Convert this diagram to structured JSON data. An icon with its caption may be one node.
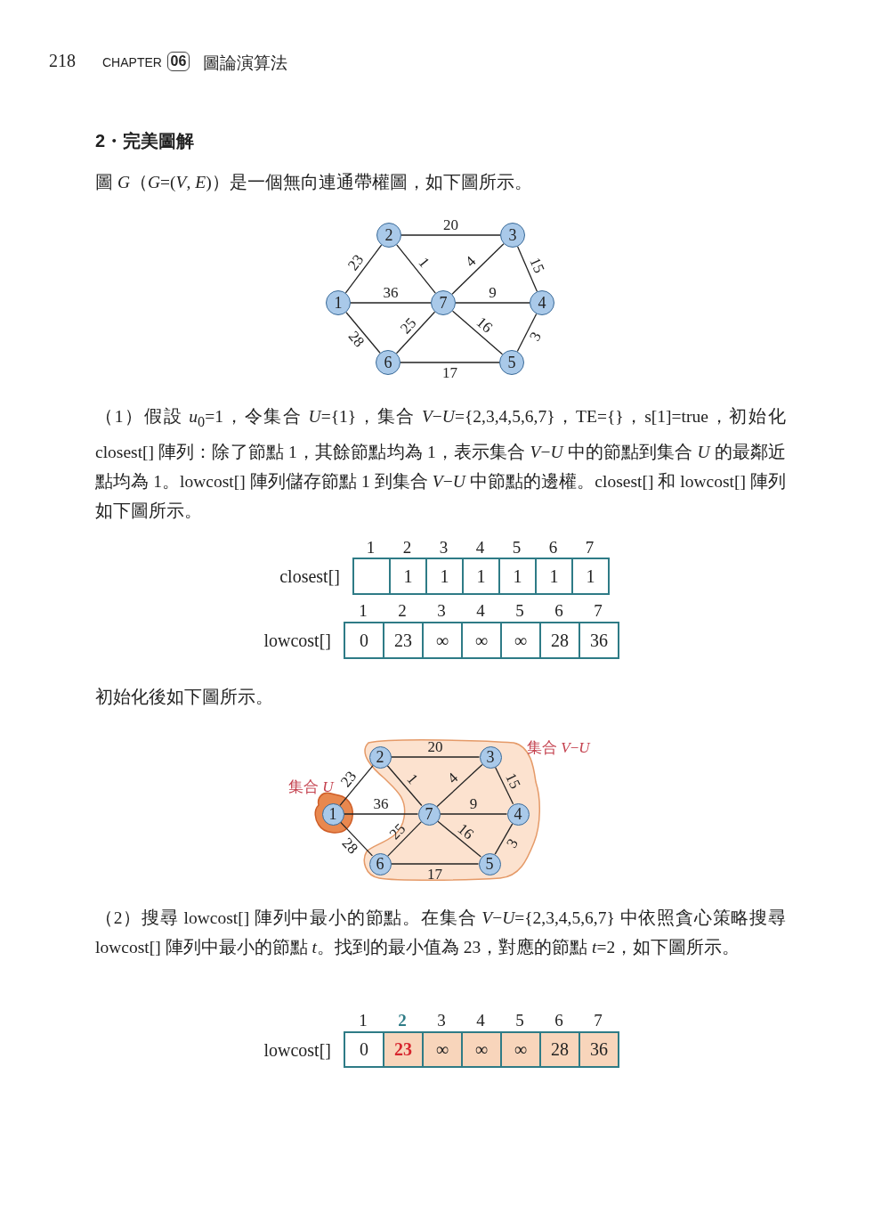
{
  "diagram": {
    "title": "2・完美圖解",
    "nodes": [
      {
        "text": [
          "1"
        ]
      },
      {
        "text": [
          "2"
        ]
      },
      {
        "text": [
          "3"
        ]
      },
      {
        "text": [
          "4"
        ]
      },
      {
        "text": [
          "5"
        ]
      },
      {
        "text": [
          "6"
        ]
      },
      {
        "text": [
          "7"
        ]
      },
      {
        "text": [
          "集合 *U*"
        ]
      },
      {
        "text": [
          "集合 *V*−*U*"
        ]
      },
      {
        "text": [
          "1"
        ],
        "in": 7
      },
      {
        "text": [
          "2"
        ],
        "in": 8
      },
      {
        "text": [
          "3"
        ],
        "in": 8
      },
      {
        "text": [
          "4"
        ],
        "in": 8
      },
      {
        "text": [
          "5"
        ],
        "in": 8
      },
      {
        "text": [
          "6"
        ],
        "in": 8
      },
      {
        "text": [
          "7"
        ],
        "in": 8
      }
    ],
    "edges": [
      {
        "from": 0,
        "to": 1,
        "arrow": "none",
        "label": "23"
      },
      {
        "from": 1,
        "to": 2,
        "arrow": "none",
        "label": "20"
      },
      {
        "from": 1,
        "to": 6,
        "arrow": "none",
        "label": "1"
      },
      {
        "from": 2,
        "to": 6,
        "arrow": "none",
        "label": "4"
      },
      {
        "from": 2,
        "to": 3,
        "arrow": "none",
        "label": "15"
      },
      {
        "from": 0,
        "to": 6,
        "arrow": "none",
        "label": "36"
      },
      {
        "from": 6,
        "to": 3,
        "arrow": "none",
        "label": "9"
      },
      {
        "from": 0,
        "to": 5,
        "arrow": "none",
        "label": "28"
      },
      {
        "from": 5,
        "to": 6,
        "arrow": "none",
        "label": "25"
      },
      {
        "from": 6,
        "to": 4,
        "arrow": "none",
        "label": "16"
      },
      {
        "from": 3,
        "to": 4,
        "arrow": "none",
        "label": "3"
      },
      {
        "from": 5,
        "to": 4,
        "arrow": "none",
        "label": "17"
      },
      {
        "from": 9,
        "to": 10,
        "arrow": "none",
        "label": "23"
      },
      {
        "from": 10,
        "to": 11,
        "arrow": "none",
        "label": "20"
      },
      {
        "from": 10,
        "to": 15,
        "arrow": "none",
        "label": "1"
      },
      {
        "from": 11,
        "to": 15,
        "arrow": "none",
        "label": "4"
      },
      {
        "from": 11,
        "to": 12,
        "arrow": "none",
        "label": "15"
      },
      {
        "from": 9,
        "to": 15,
        "arrow": "none",
        "label": "36"
      },
      {
        "from": 15,
        "to": 12,
        "arrow": "none",
        "label": "9"
      },
      {
        "from": 9,
        "to": 14,
        "arrow": "none",
        "label": "28"
      },
      {
        "from": 14,
        "to": 15,
        "arrow": "none",
        "label": "25"
      },
      {
        "from": 15,
        "to": 13,
        "arrow": "none",
        "label": "16"
      },
      {
        "from": 12,
        "to": 13,
        "arrow": "none",
        "label": "3"
      },
      {
        "from": 14,
        "to": 13,
        "arrow": "none",
        "label": "17"
      }
    ],
    "labels": [
      "218",
      "CHAPTER",
      "06",
      "圖論演算法",
      "圖 *G*（*G*=(*V*, *E*)）是一個無向連通帶權圖，如下圖所示。",
      "（1）假設 *u*$_{0}$=1，令集合 *U*={1}，集合 *V*−*U*={2,3,4,5,6,7}，TE={}，s[1]=true，初始化 closest[] 陣列：除了節點 1，其餘節點均為 1，表示集合 *V*−*U* 中的節點到集合 *U* 的最鄰近點均為 1。lowcost[] 陣列儲存節點 1 到集合 *V*−*U* 中節點的邊權。closest[] 和 lowcost[] 陣列如下圖所示。",
      "1",
      "2",
      "3",
      "4",
      "5",
      "6",
      "7",
      "closest[]",
      "1",
      "1",
      "1",
      "1",
      "1",
      "1",
      "1",
      "2",
      "3",
      "4",
      "5",
      "6",
      "7",
      "lowcost[]",
      "0",
      "23",
      "∞",
      "∞",
      "∞",
      "28",
      "36",
      "初始化後如下圖所示。",
      "（2）搜尋 lowcost[] 陣列中最小的節點。在集合 *V*−*U*={2,3,4,5,6,7} 中依照貪心策略搜尋 lowcost[] 陣列中最小的節點 *t*。找到的最小值為 23，對應的節點 *t*=2，如下圖所示。",
      "1",
      "2",
      "3",
      "4",
      "5",
      "6",
      "7",
      "lowcost[]",
      "0",
      "23",
      "∞",
      "∞",
      "∞",
      "28",
      "36"
    ]
  }
}
